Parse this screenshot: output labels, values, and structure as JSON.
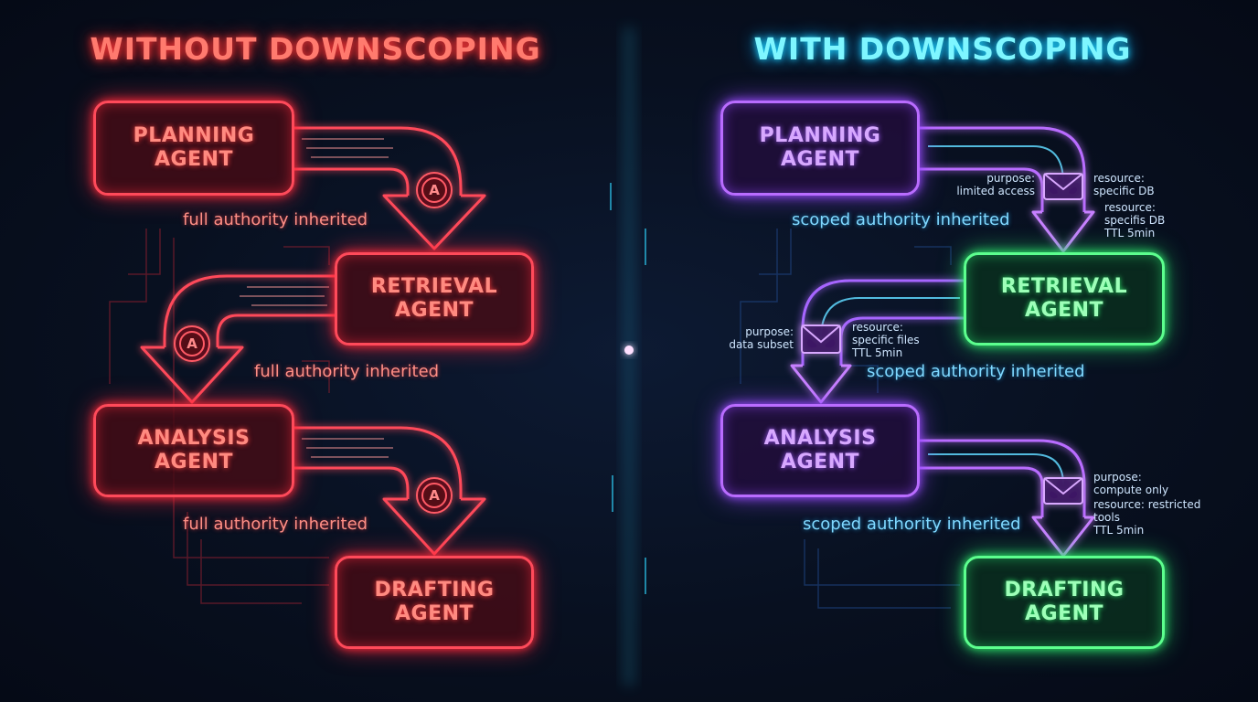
{
  "titles": {
    "left": "WITHOUT DOWNSCOPING",
    "right": "WITH DOWNSCOPING"
  },
  "colors": {
    "left_accent": "#ff4a5a",
    "right_title": "#7ef6ff",
    "scoped_purple": "#b96cff",
    "scoped_green": "#5cff8e",
    "divider": "#2fd6ff"
  },
  "left": {
    "agents": [
      {
        "line1": "PLANNING",
        "line2": "AGENT"
      },
      {
        "line1": "RETRIEVAL",
        "line2": "AGENT"
      },
      {
        "line1": "ANALYSIS",
        "line2": "AGENT"
      },
      {
        "line1": "DRAFTING",
        "line2": "AGENT"
      }
    ],
    "flow_labels": [
      "full authority inherited",
      "full authority inherited",
      "full authority inherited"
    ],
    "badge_icon": "authority-token-icon",
    "badge_letter": "A"
  },
  "right": {
    "agents": [
      {
        "line1": "PLANNING",
        "line2": "AGENT"
      },
      {
        "line1": "RETRIEVAL",
        "line2": "AGENT"
      },
      {
        "line1": "ANALYSIS",
        "line2": "AGENT"
      },
      {
        "line1": "DRAFTING",
        "line2": "AGENT"
      }
    ],
    "flow_labels": [
      "scoped authority inherited",
      "scoped authority inherited",
      "scoped authority inherited"
    ],
    "token_icon": "envelope-icon",
    "token1": {
      "purpose": [
        "purpose:",
        "limited access"
      ],
      "resource_a": [
        "resource:",
        "specific DB"
      ],
      "resource_b": [
        "resource:",
        "specifis DB",
        "TTL 5min"
      ]
    },
    "token2": {
      "purpose": [
        "purpose:",
        "data subset"
      ],
      "resource": [
        "resource:",
        "specific files",
        "TTL 5min"
      ]
    },
    "token3": {
      "purpose": [
        "purpose:",
        "compute only"
      ],
      "resource": [
        "resource: restricted",
        "tools",
        "TTL 5min"
      ]
    }
  }
}
